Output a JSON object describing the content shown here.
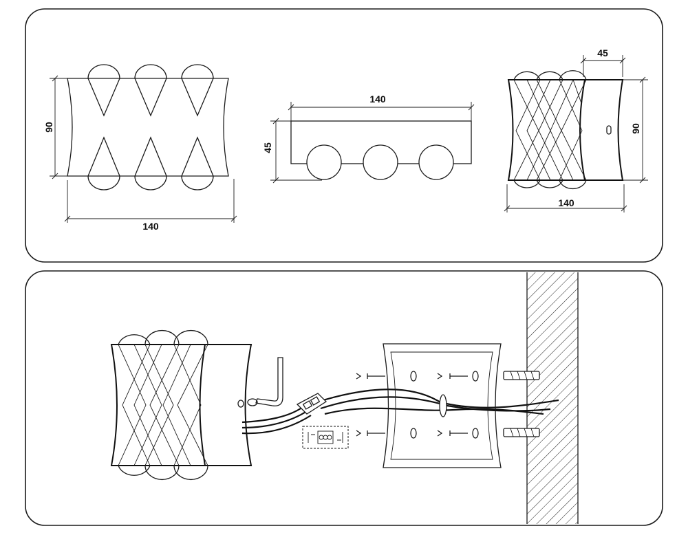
{
  "dimensions": {
    "front_width": "140",
    "front_height": "90",
    "top_width": "140",
    "top_depth": "45",
    "side_depth": "45",
    "side_height": "90",
    "side_width": "140"
  }
}
